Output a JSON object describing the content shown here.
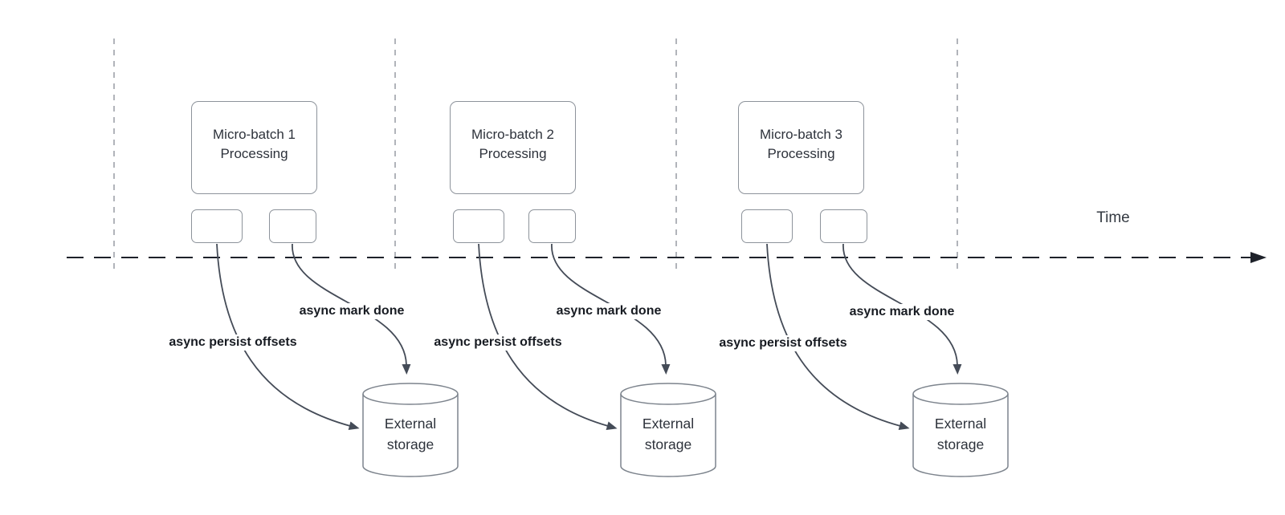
{
  "timeline": {
    "label": "Time"
  },
  "groups": [
    {
      "box": "Micro-batch 1\nProcessing",
      "persist_label": "async persist offsets",
      "done_label": "async mark done",
      "storage": "External\nstorage"
    },
    {
      "box": "Micro-batch 2\nProcessing",
      "persist_label": "async persist offsets",
      "done_label": "async mark done",
      "storage": "External\nstorage"
    },
    {
      "box": "Micro-batch 3\nProcessing",
      "persist_label": "async persist offsets",
      "done_label": "async mark done",
      "storage": "External\nstorage"
    }
  ],
  "colors": {
    "background": "#ffffff",
    "lane_divider": "#b1b4ba",
    "timeline_axis": "#1e222a",
    "shape_border": "#8d939b",
    "arrow": "#444b57",
    "shape_text": "#2d323b",
    "annotation_text": "#171b22"
  }
}
